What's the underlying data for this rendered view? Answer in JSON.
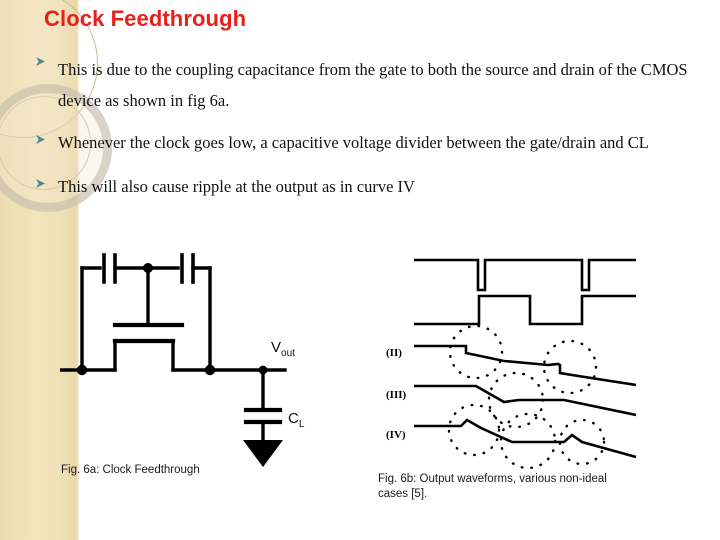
{
  "slide": {
    "title": "Clock Feedthrough",
    "title_color": "#e8201a",
    "background_color": "#ffffff",
    "sidebar_color": "#f0dfb5"
  },
  "bullets": [
    {
      "marker": "arrow-bullet",
      "text": "This is due to the coupling capacitance from the gate to both the source and drain of the CMOS device as shown in fig 6a."
    },
    {
      "marker": "arrow-bullet",
      "text": "Whenever the clock goes low, a capacitive voltage divider between the gate/drain and CL"
    },
    {
      "marker": "arrow-bullet",
      "text": "This will also cause ripple at the output as in curve IV"
    }
  ],
  "figure_a": {
    "caption": "Fig. 6a: Clock Feedthrough",
    "labels": {
      "vout": "V",
      "vout_sub": "out",
      "cl": "C",
      "cl_sub": "L"
    },
    "components": [
      "coupling-capacitor-left",
      "coupling-capacitor-right",
      "mosfet-gate",
      "load-capacitor",
      "ground-symbol"
    ]
  },
  "figure_b": {
    "caption_line1": "Fig. 6b: Output waveforms,  various non-ideal",
    "caption_line2": "cases  [5].",
    "trace_labels": [
      "(II)",
      "(III)",
      "(IV)"
    ],
    "waveforms": [
      {
        "name": "clock-narrow-pulse",
        "description": "high level with two narrow negative-going pulses"
      },
      {
        "name": "clock-square-wave",
        "description": "square wave, two high periods"
      },
      {
        "name": "trace-II",
        "description": "flat then step down, droop, flat, step down, droop"
      },
      {
        "name": "trace-III",
        "description": "flat, ramp down, small step up, flat, ramp down"
      },
      {
        "name": "trace-IV",
        "description": "flat with ripple spike, ramp down, flat, ripple spike, ramp down"
      }
    ],
    "annotation_marks": "dotted-circle-highlights"
  }
}
